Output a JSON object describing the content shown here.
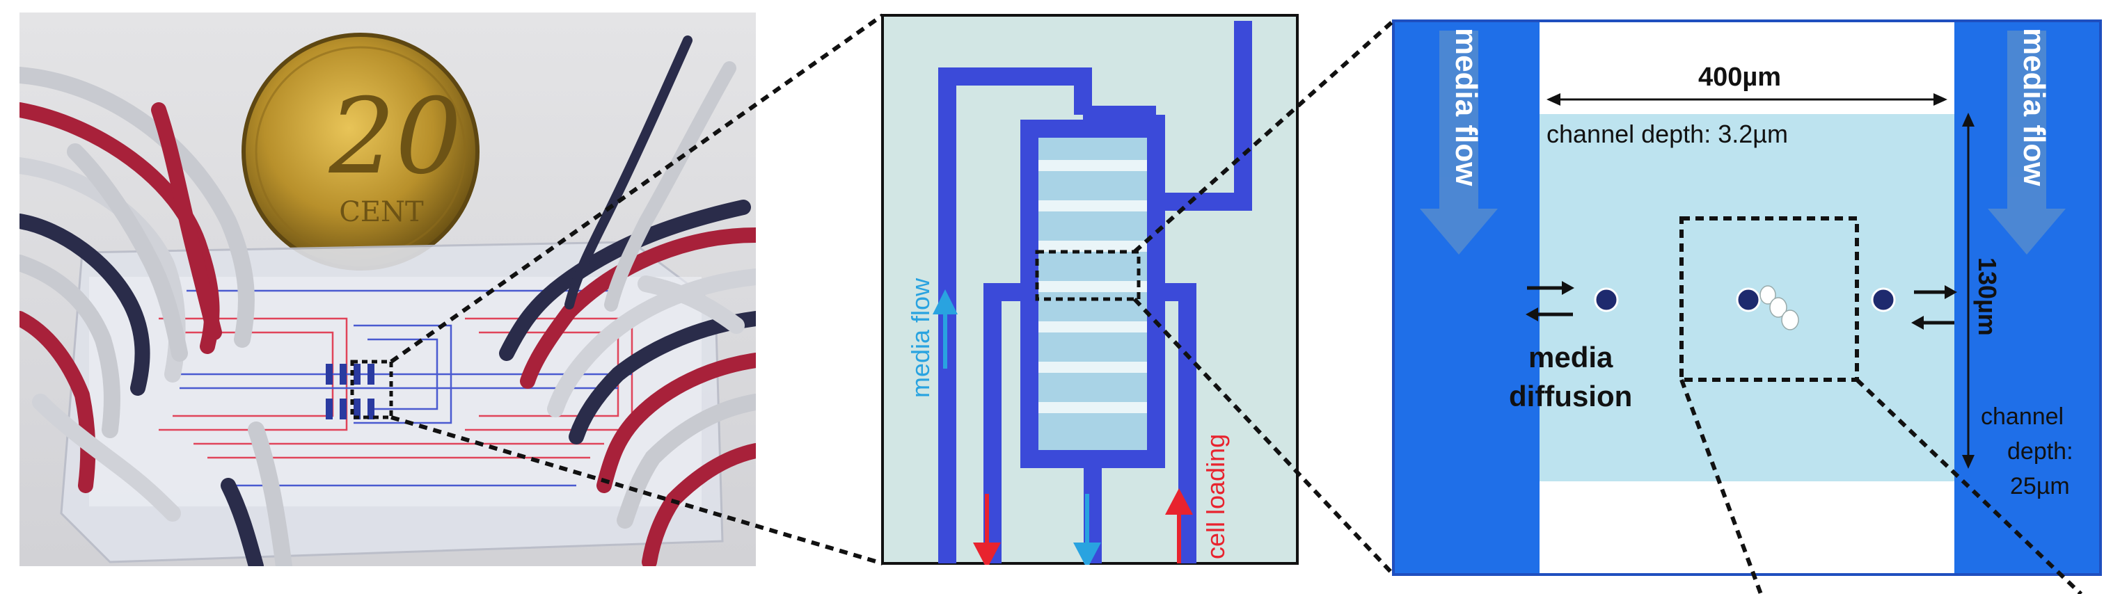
{
  "photo": {
    "coin_value": "20",
    "coin_text": "CENT"
  },
  "micrograph": {
    "media_flow_label": "media flow",
    "cell_loading_label": "cell loading",
    "colors": {
      "channel": "#3b4ad9",
      "blue_arrow": "#29a3e0",
      "red_arrow": "#e8232e",
      "background": "#d2e6e4"
    }
  },
  "schematic": {
    "media_flow_left": "media flow",
    "media_flow_right": "media flow",
    "width_label": "400µm",
    "channel_depth_top": "channel depth: 3.2µm",
    "height_label": "130µm",
    "media_diffusion_1": "media",
    "media_diffusion_2": "diffusion",
    "channel_depth_side_1": "channel",
    "channel_depth_side_2": "depth:",
    "channel_depth_side_3": "25µm",
    "colors": {
      "side_channel": "#1f6fe8",
      "chamber": "#bde3ef",
      "border": "#1f4fbf"
    }
  }
}
